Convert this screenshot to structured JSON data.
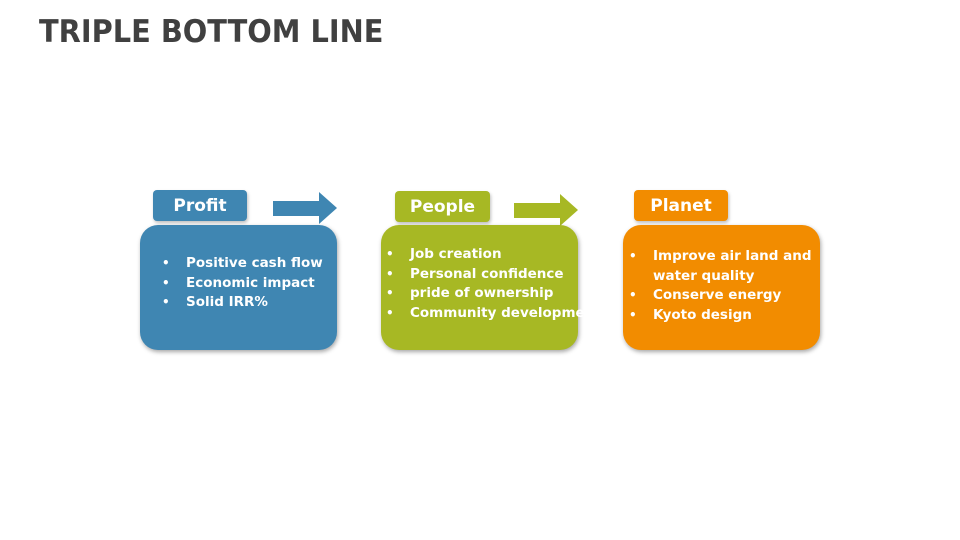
{
  "title": "TRIPLE BOTTOM LINE",
  "colors": {
    "profit": "#3f86b2",
    "people": "#a7b824",
    "planet": "#f28c00",
    "title": "#404040"
  },
  "pillars": [
    {
      "label": "Profit",
      "items": [
        "Positive cash flow",
        "Economic impact",
        "Solid IRR%"
      ]
    },
    {
      "label": "People",
      "items": [
        "Job creation",
        "Personal confidence",
        "pride of ownership",
        "Community development"
      ]
    },
    {
      "label": "Planet",
      "items": [
        "Improve air land and",
        "water quality",
        "Conserve energy",
        "Kyoto design"
      ]
    }
  ]
}
